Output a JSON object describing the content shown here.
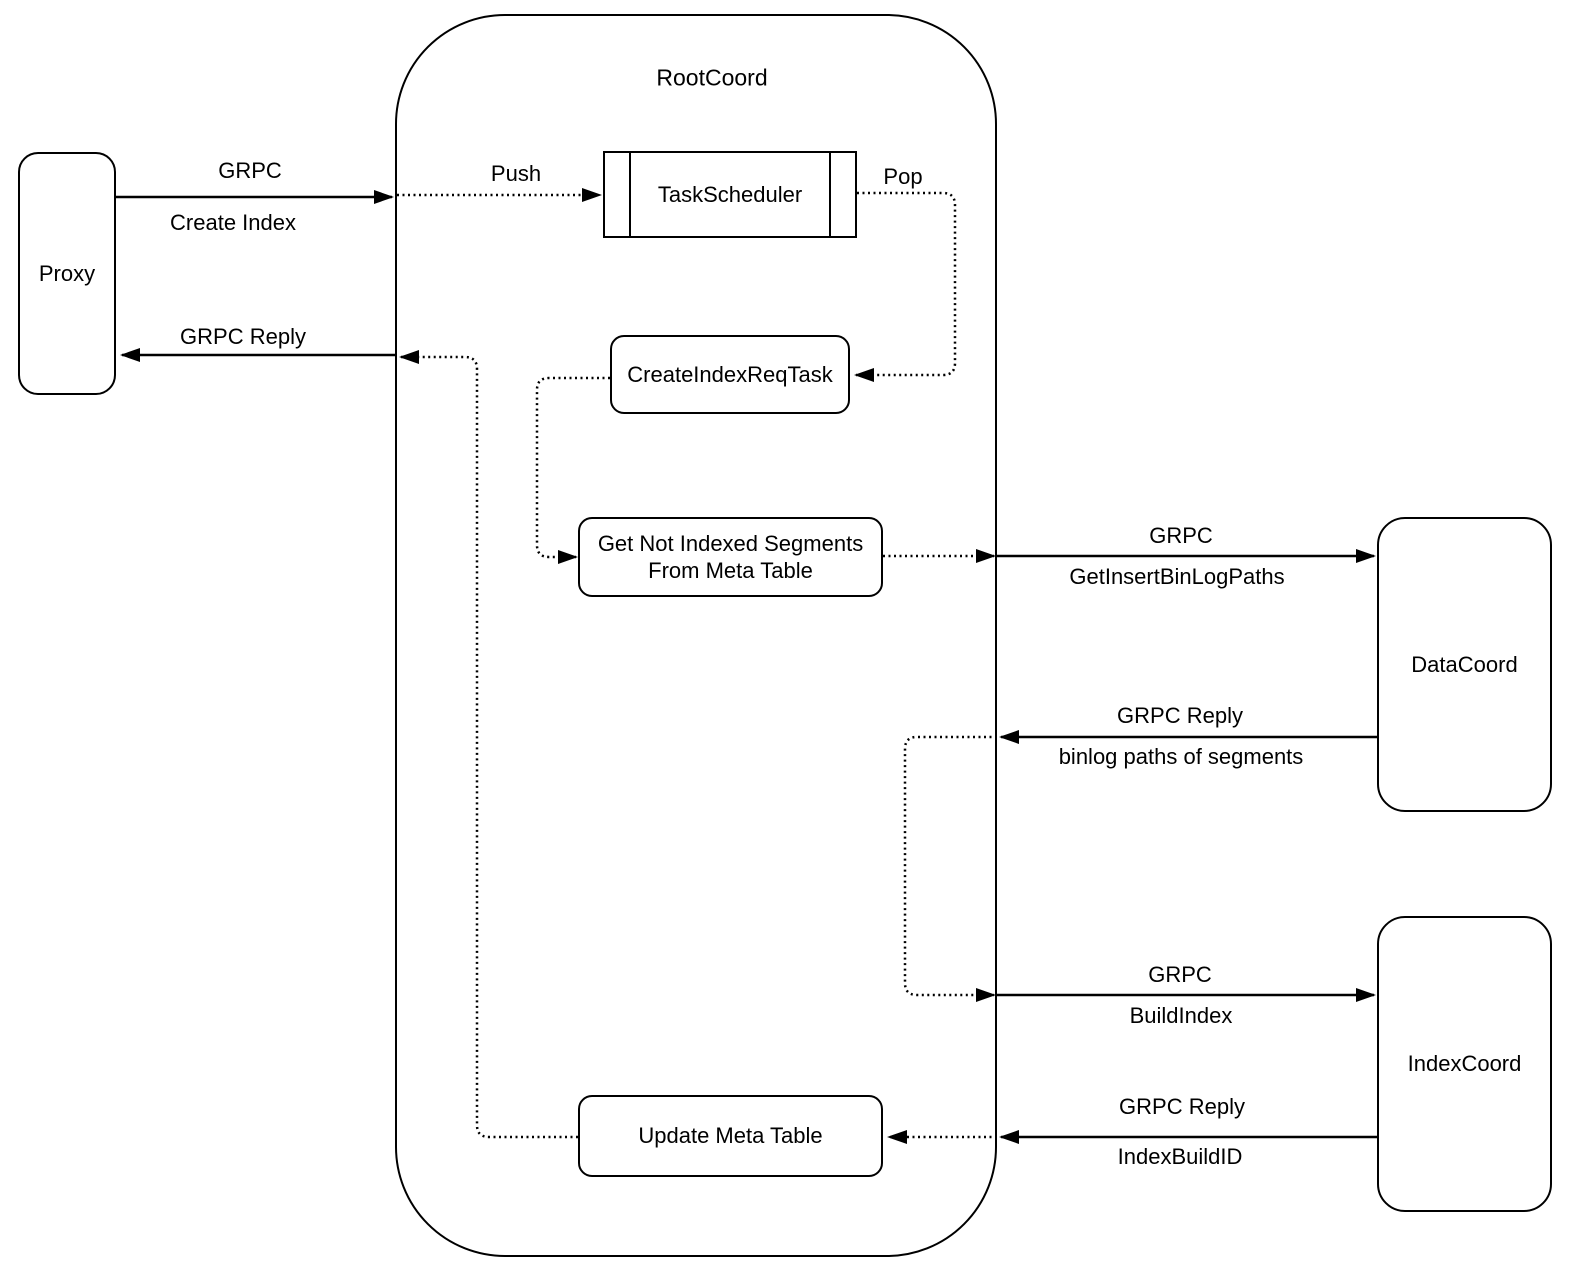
{
  "nodes": {
    "proxy": "Proxy",
    "root_coord": "RootCoord",
    "task_scheduler": "TaskScheduler",
    "create_index_req_task": "CreateIndexReqTask",
    "get_not_indexed_line1": "Get Not Indexed Segments",
    "get_not_indexed_line2": "From Meta Table",
    "update_meta_table": "Update Meta Table",
    "data_coord": "DataCoord",
    "index_coord": "IndexCoord"
  },
  "edges": {
    "create_index": {
      "protocol": "GRPC",
      "method": "Create Index"
    },
    "push": "Push",
    "pop": "Pop",
    "reply_to_proxy": "GRPC Reply",
    "get_insert_binlog": {
      "protocol": "GRPC",
      "method": "GetInsertBinLogPaths"
    },
    "binlog_reply": {
      "protocol": "GRPC Reply",
      "method": "binlog paths of segments"
    },
    "build_index": {
      "protocol": "GRPC",
      "method": "BuildIndex"
    },
    "index_build_reply": {
      "protocol": "GRPC Reply",
      "method": "IndexBuildID"
    }
  },
  "colors": {
    "stroke": "#000000",
    "background": "#ffffff"
  }
}
